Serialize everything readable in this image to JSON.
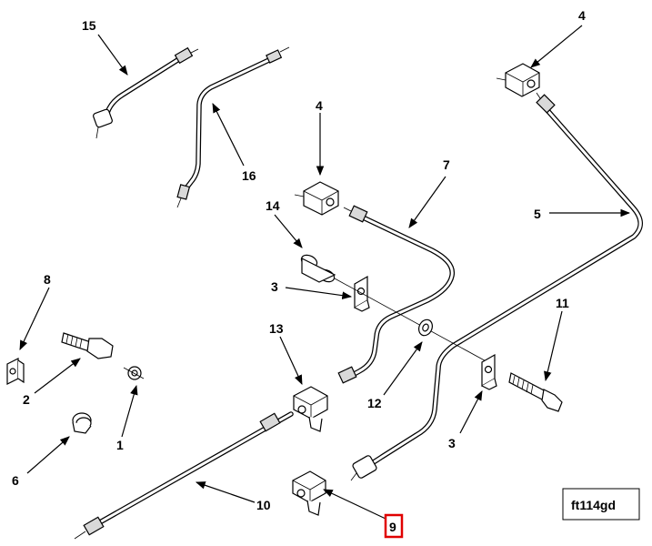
{
  "callouts": {
    "c1": "1",
    "c2": "2",
    "c3a": "3",
    "c3b": "3",
    "c4a": "4",
    "c4b": "4",
    "c5": "5",
    "c6": "6",
    "c7": "7",
    "c8": "8",
    "c9": "9",
    "c10": "10",
    "c11": "11",
    "c12": "12",
    "c13": "13",
    "c14": "14",
    "c15": "15",
    "c16": "16"
  },
  "drawing_code": "ft114gd",
  "highlight_color": "#e00000"
}
